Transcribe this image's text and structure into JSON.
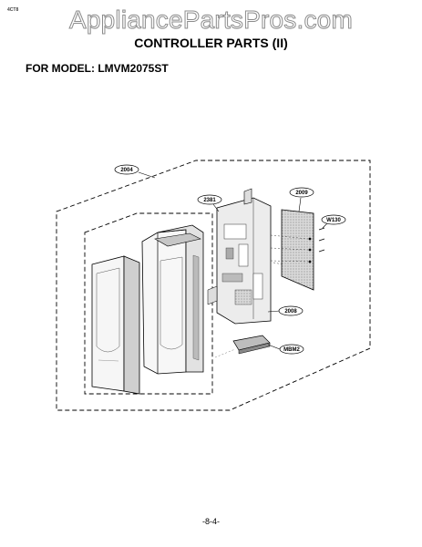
{
  "header": {
    "corner_code": "4CT8",
    "watermark": "AppliancePartsPros.com",
    "title": "CONTROLLER PARTS (II)",
    "model_label": "FOR MODEL: LMVM2075ST"
  },
  "callouts": {
    "c2004": "2004",
    "c2381": "2381",
    "c2009": "2009",
    "cw130": "W130",
    "c2008": "2008",
    "cmbm2": "MBM2"
  },
  "footer": {
    "page_number": "-8-4-"
  }
}
